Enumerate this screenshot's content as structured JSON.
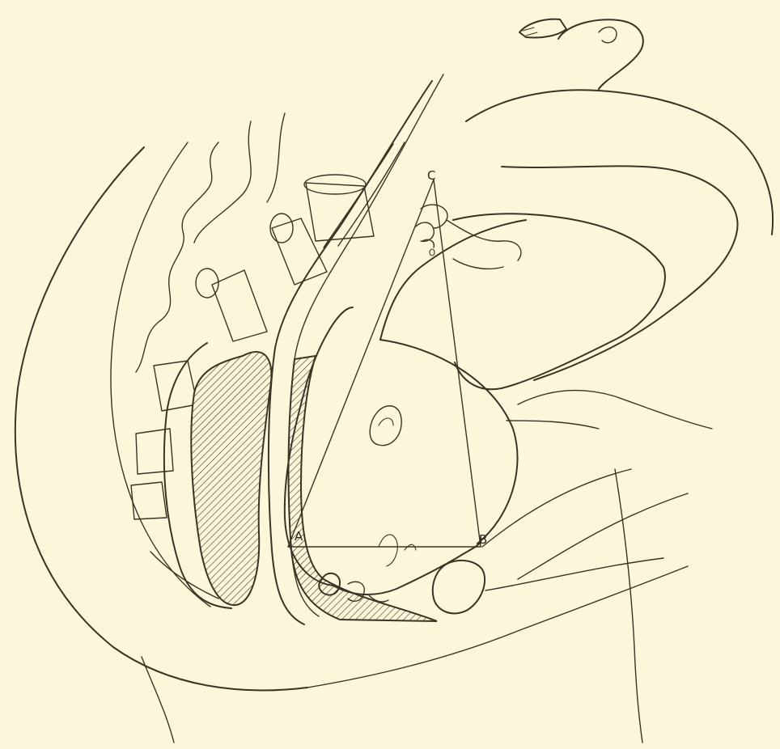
{
  "figure": {
    "background_color": "#fbf7da",
    "ink_color": "#3a3424",
    "labels": {
      "point_a": "A",
      "point_b": "B",
      "point_c": "C"
    }
  }
}
